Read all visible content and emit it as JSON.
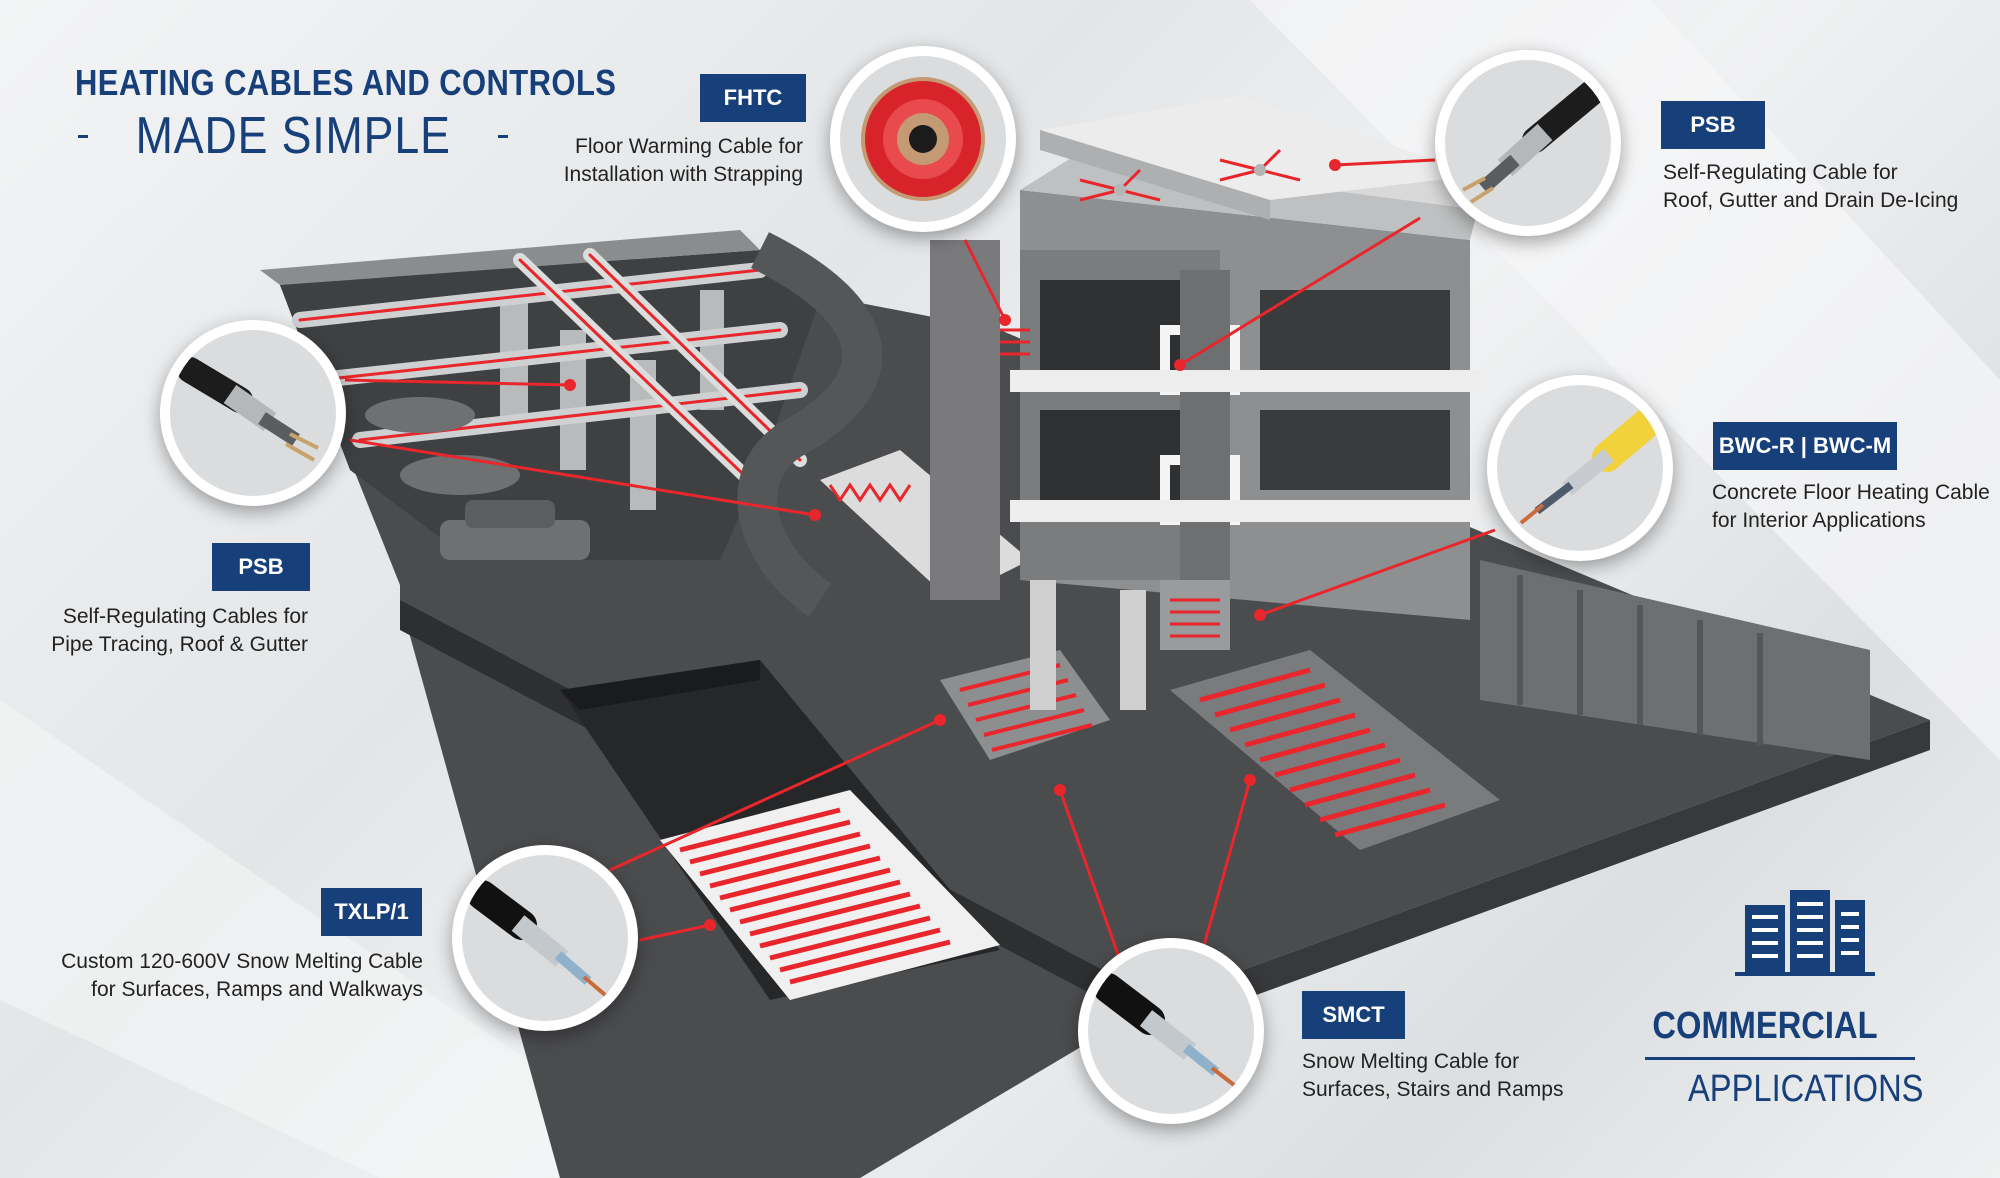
{
  "title": {
    "line1": "HEATING CABLES AND CONTROLS",
    "line2": "MADE SIMPLE"
  },
  "callouts": [
    {
      "id": "fhtc",
      "label": "FHTC",
      "desc1": "Floor Warming Cable for",
      "desc2": "Installation with Strapping"
    },
    {
      "id": "psb-roof",
      "label": "PSB",
      "desc1": "Self-Regulating Cable for",
      "desc2": "Roof, Gutter and Drain De-Icing"
    },
    {
      "id": "psb-pipe",
      "label": "PSB",
      "desc1": "Self-Regulating Cables for",
      "desc2": "Pipe Tracing, Roof & Gutter"
    },
    {
      "id": "bwc",
      "label": "BWC-R | BWC-M",
      "desc1": "Concrete Floor Heating Cable",
      "desc2": "for Interior Applications"
    },
    {
      "id": "txlp",
      "label": "TXLP/1",
      "desc1": "Custom 120-600V Snow Melting Cable",
      "desc2": "for Surfaces, Ramps and Walkways"
    },
    {
      "id": "smct",
      "label": "SMCT",
      "desc1": "Snow Melting Cable for",
      "desc2": "Surfaces, Stairs and Ramps"
    }
  ],
  "footer": {
    "line1": "COMMERCIAL",
    "line2": "APPLICATIONS"
  },
  "colors": {
    "brand": "#173f7a",
    "cable": "#e8262b",
    "ground": "#4a4b4d",
    "background": "#eceeef"
  },
  "icons": [
    "building-icon"
  ]
}
